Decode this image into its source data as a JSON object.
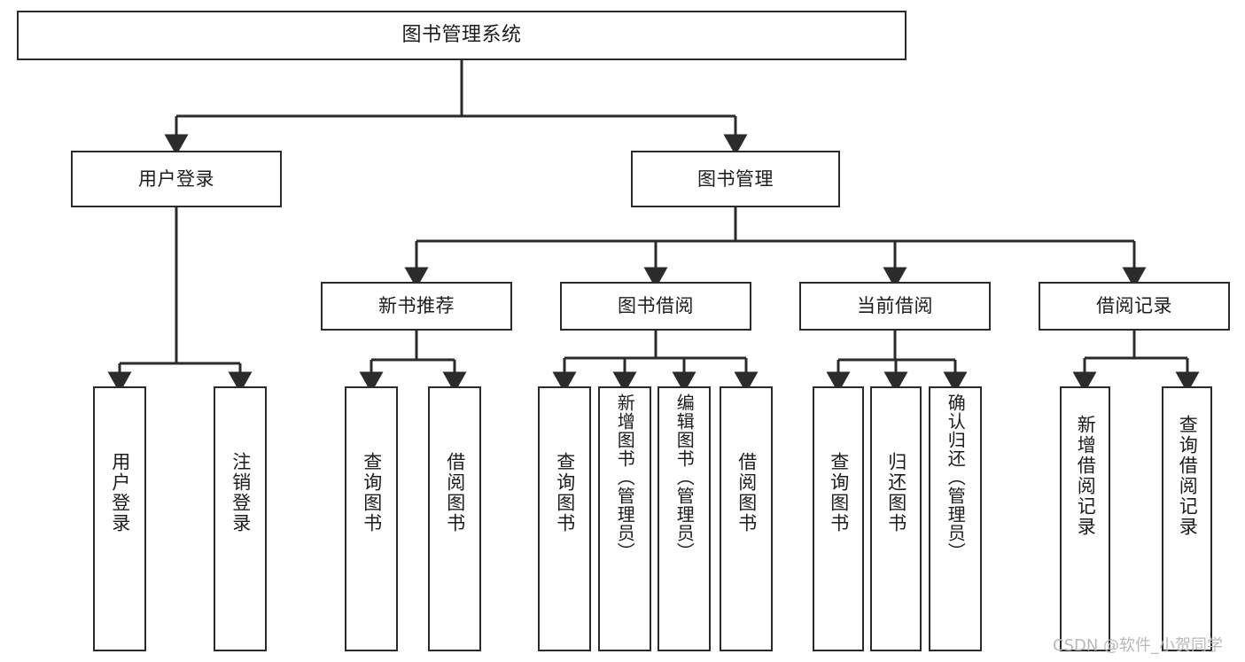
{
  "diagram": {
    "type": "tree-hierarchy",
    "orientation": "top-down",
    "title": "图书管理系统",
    "line_color": "#2b2b2b",
    "box_fill": "#ffffff",
    "text_color": "#1c1c1c",
    "nodes": {
      "root": {
        "label": "图书管理系统"
      },
      "level1": [
        {
          "id": "user-login",
          "label": "用户登录"
        },
        {
          "id": "book-manage",
          "label": "图书管理"
        }
      ],
      "level2": [
        {
          "id": "new-book-recommend",
          "label": "新书推荐"
        },
        {
          "id": "book-borrow",
          "label": "图书借阅"
        },
        {
          "id": "current-borrow",
          "label": "当前借阅"
        },
        {
          "id": "borrow-record",
          "label": "借阅记录"
        }
      ],
      "leaves": {
        "user_login": [
          {
            "id": "leaf-user-login",
            "label": "用户登录"
          },
          {
            "id": "leaf-user-logout",
            "label": "注销登录"
          }
        ],
        "new_book_recommend": [
          {
            "id": "leaf-query-book-1",
            "label": "查询图书"
          },
          {
            "id": "leaf-borrow-book-1",
            "label": "借阅图书"
          }
        ],
        "book_borrow": [
          {
            "id": "leaf-query-book-2",
            "label": "查询图书"
          },
          {
            "id": "leaf-add-book",
            "label": "新增图书（管理员）"
          },
          {
            "id": "leaf-edit-book",
            "label": "编辑图书（管理员）"
          },
          {
            "id": "leaf-borrow-book-2",
            "label": "借阅图书"
          }
        ],
        "current_borrow": [
          {
            "id": "leaf-query-book-3",
            "label": "查询图书"
          },
          {
            "id": "leaf-return-book",
            "label": "归还图书"
          },
          {
            "id": "leaf-confirm-return",
            "label": "确认归还（管理员）"
          }
        ],
        "borrow_record": [
          {
            "id": "leaf-add-record",
            "label": "新增借阅记录"
          },
          {
            "id": "leaf-query-record",
            "label": "查询借阅记录"
          }
        ]
      }
    }
  },
  "watermark": {
    "text": "CSDN @软件_小贺同学"
  }
}
